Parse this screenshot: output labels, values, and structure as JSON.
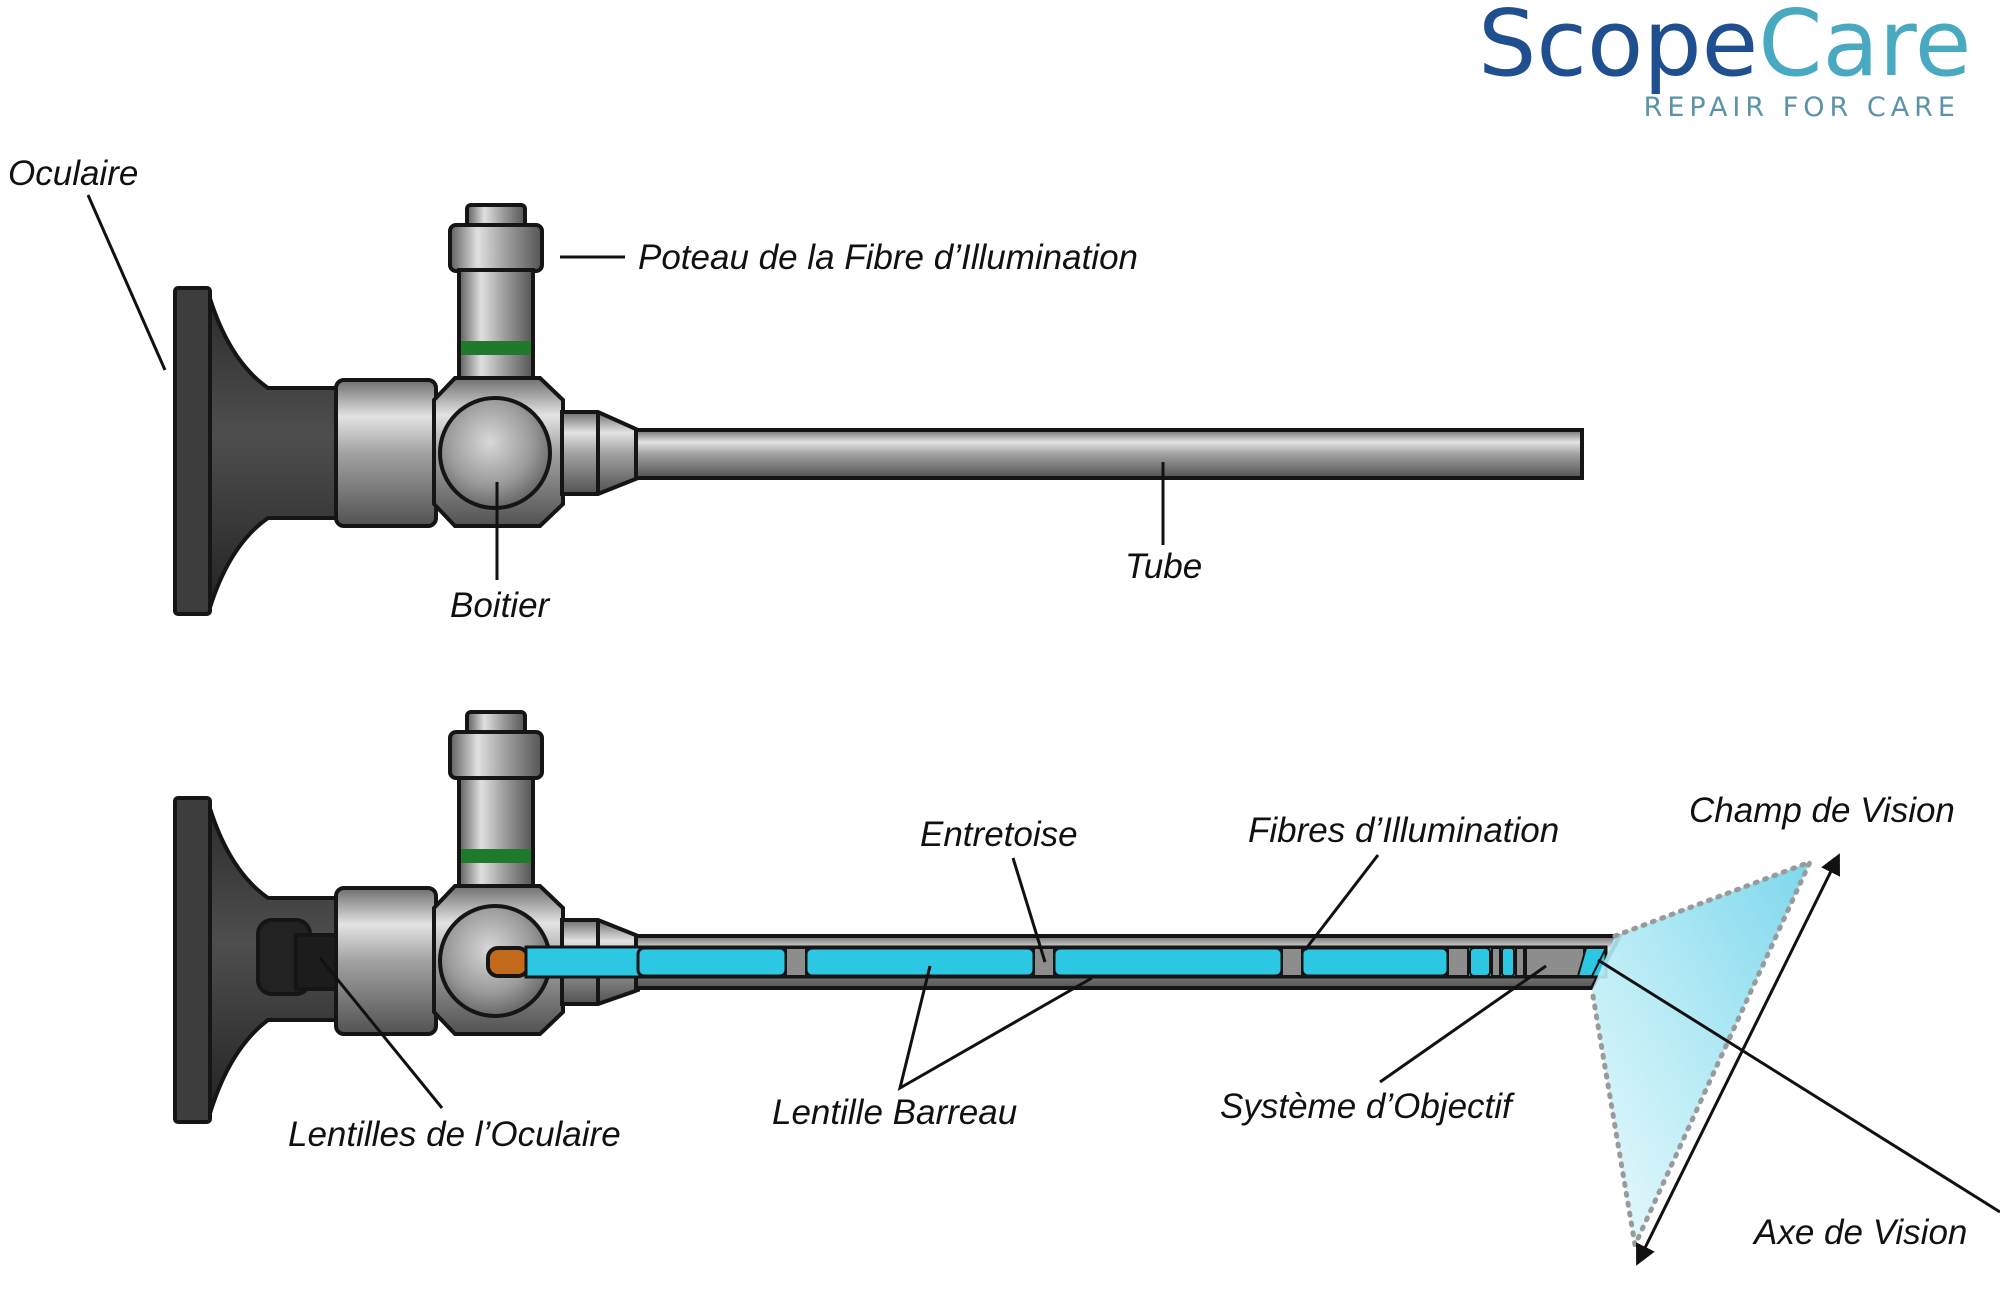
{
  "logo": {
    "name_part1": "Scope",
    "name_part2": "Care",
    "tagline": "REPAIR FOR CARE",
    "color_dark": "#1f4f8f",
    "color_light": "#49a9c0",
    "color_tagline": "#5c93a8"
  },
  "diagram_top": {
    "labels": {
      "eyepiece": "Oculaire",
      "light_post": "Poteau de la Fibre d’Illumination",
      "housing": "Boitier",
      "tube": "Tube"
    }
  },
  "diagram_bottom": {
    "labels": {
      "spacer": "Entretoise",
      "illumination_fibers": "Fibres d’Illumination",
      "field_of_view": "Champ de Vision",
      "eyepiece_lenses": "Lentilles de l’Oculaire",
      "rod_lens": "Lentille Barreau",
      "objective_system": "Système d’Objectif",
      "axis_of_view": "Axe de Vision"
    }
  },
  "colors": {
    "metal": "#9a9a9a",
    "eyepiece_dark": "#3a3a3a",
    "lens_blue": "#2cc7e3",
    "ring_green": "#1f7a2b",
    "fiber_tip": "#c46a1c",
    "fov_fill": "#9fe3f3"
  }
}
